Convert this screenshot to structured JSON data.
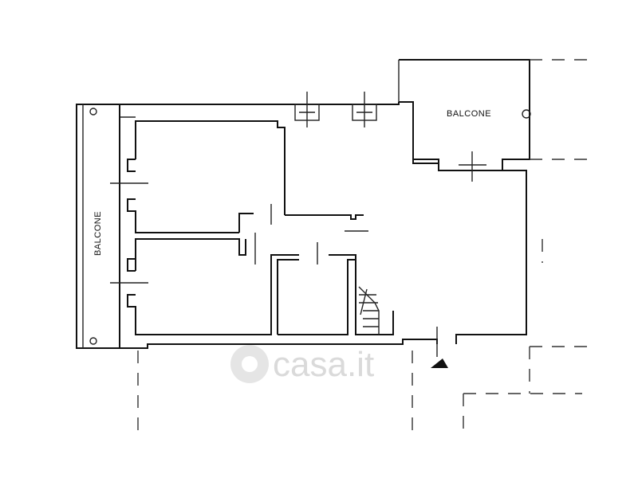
{
  "plan": {
    "labels": {
      "balcony_left": "BALCONE",
      "balcony_right": "BALCONE"
    },
    "watermark": "casa.it"
  }
}
